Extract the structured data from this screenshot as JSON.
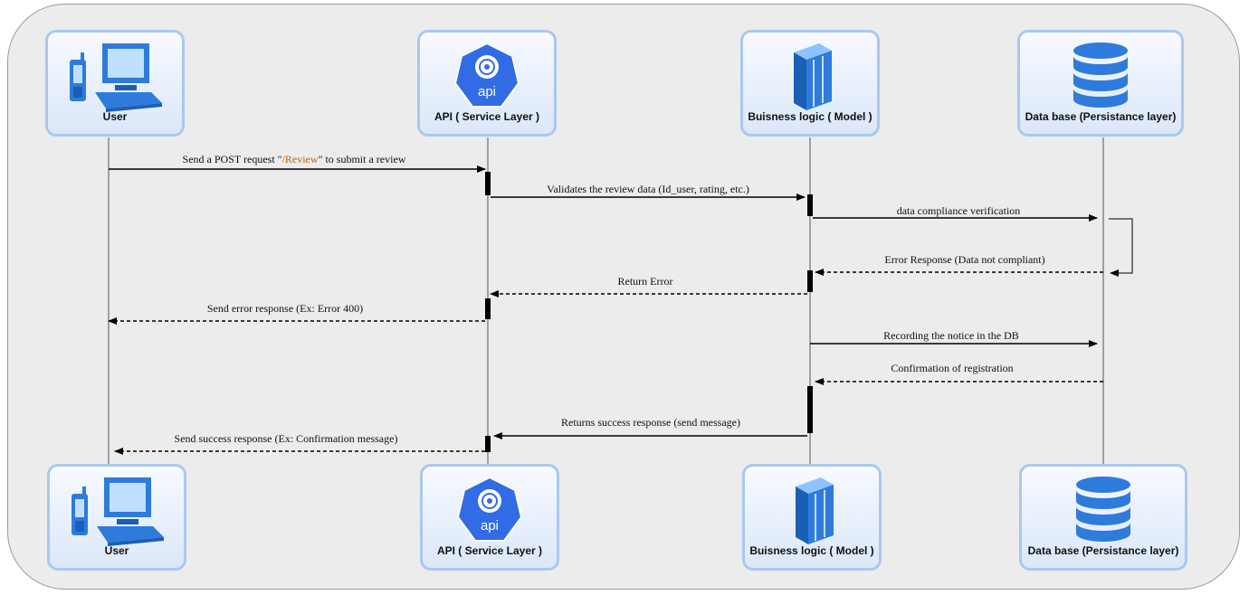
{
  "participants": [
    {
      "id": "user",
      "label": "User",
      "icon": "user-devices-icon"
    },
    {
      "id": "api",
      "label": "API ( Service Layer )",
      "icon": "api-icon",
      "icon_text": "api"
    },
    {
      "id": "model",
      "label": "Buisness logic ( Model )",
      "icon": "server-tower-icon"
    },
    {
      "id": "db",
      "label": "Data base (Persistance layer)",
      "icon": "database-icon"
    }
  ],
  "messages": [
    {
      "from": "user",
      "to": "api",
      "style": "solid",
      "label_prefix": "Send a POST request \"",
      "label_highlight": "/Review",
      "label_suffix": "\" to submit a review",
      "highlight_color": "#b8660e"
    },
    {
      "from": "api",
      "to": "model",
      "style": "solid",
      "label": "Validates the review data (Id_user, rating, etc.)"
    },
    {
      "from": "model",
      "to": "db",
      "style": "solid",
      "label": "data compliance verification"
    },
    {
      "from": "db",
      "to": "model",
      "style": "dashed",
      "label": "Error Response (Data not compliant)"
    },
    {
      "from": "model",
      "to": "api",
      "style": "dashed",
      "label": "Return Error"
    },
    {
      "from": "api",
      "to": "user",
      "style": "dashed",
      "label": "Send error response (Ex: Error 400)"
    },
    {
      "from": "model",
      "to": "db",
      "style": "solid",
      "label": "Recording the notice in the DB"
    },
    {
      "from": "db",
      "to": "model",
      "style": "dashed",
      "label": "Confirmation of registration"
    },
    {
      "from": "model",
      "to": "api",
      "style": "solid",
      "label": "Returns success response (send message)"
    },
    {
      "from": "api",
      "to": "user",
      "style": "dashed",
      "label": "Send success response (Ex: Confirmation message)"
    }
  ],
  "colors": {
    "frame": "#ececec",
    "box_border": "#a9c8ee",
    "icon_blue": "#2f7bdc",
    "api_blue": "#326ce5",
    "accent": "#b8660e"
  }
}
